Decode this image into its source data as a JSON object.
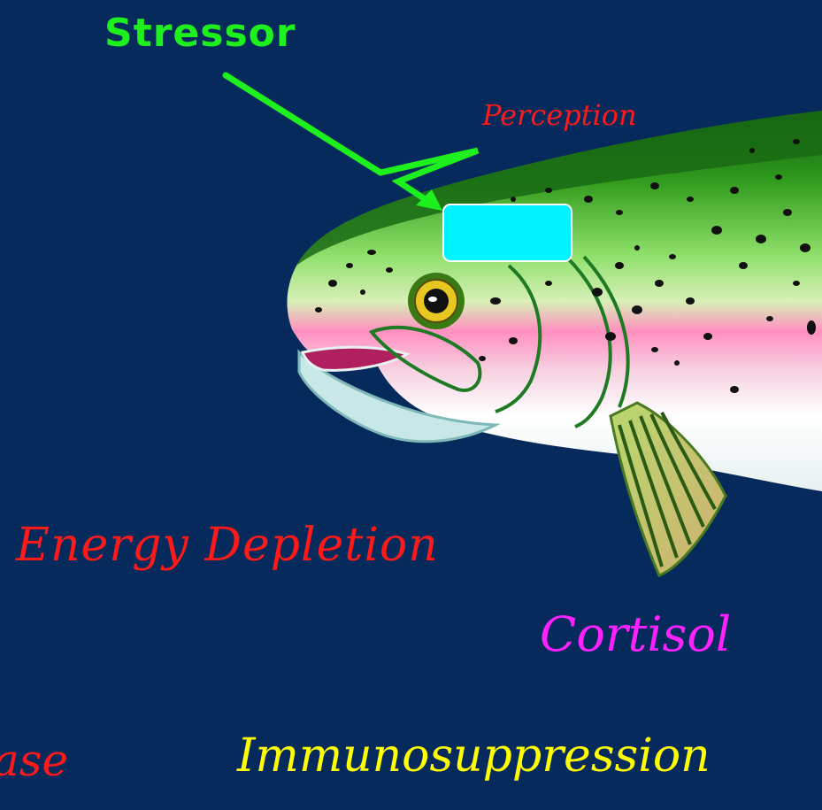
{
  "labels": {
    "stressor": "Stressor",
    "perception": "Perception",
    "energy_depletion": "Energy Depletion",
    "cortisol": "Cortisol",
    "immunosuppression": "Immunosuppression",
    "disease_fragment": "ase"
  },
  "colors": {
    "background": "#062a5c",
    "stressor": "#1ef01e",
    "perception": "#ff1a1a",
    "energy_depletion": "#ff1a1a",
    "cortisol": "#ff22ff",
    "immunosuppression": "#ffff00",
    "brain_box": "#00f4ff"
  },
  "icons": [
    "trout-illustration",
    "lightning-arrow-icon",
    "brain-box"
  ]
}
